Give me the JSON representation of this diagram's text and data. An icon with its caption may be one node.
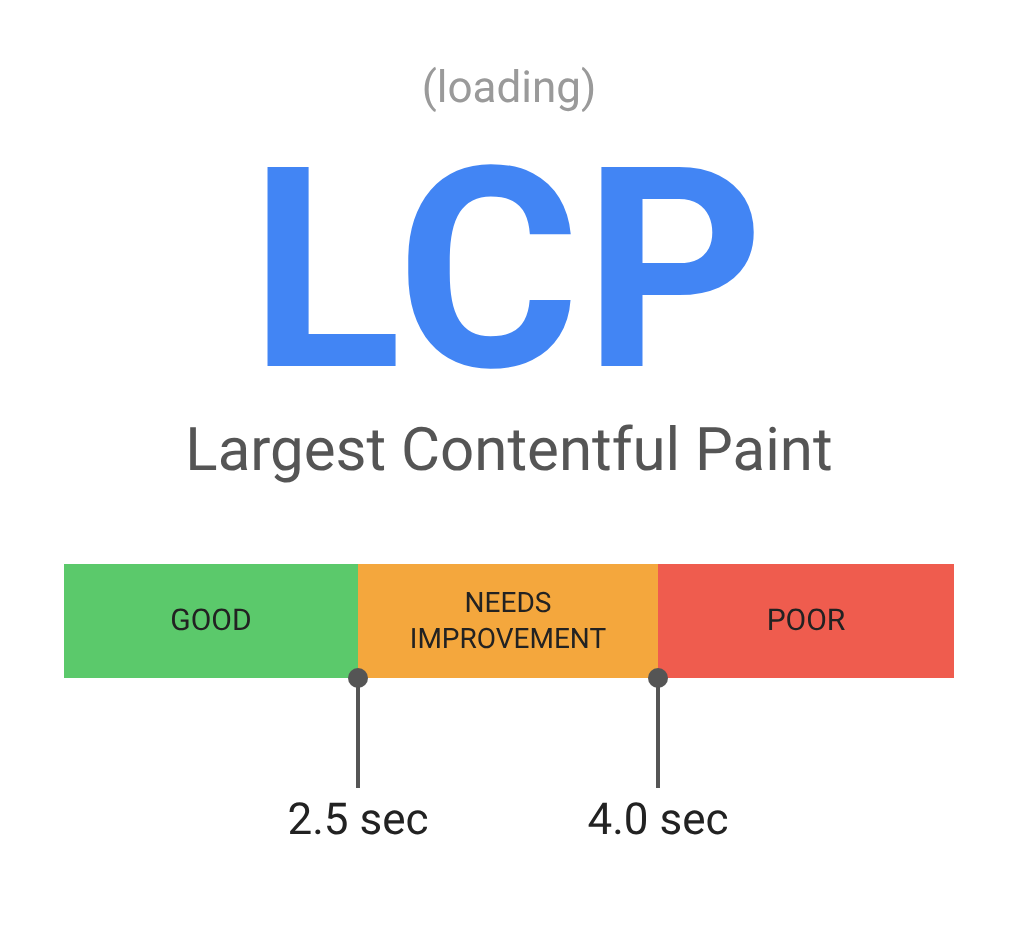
{
  "diagram": {
    "labels": [
      "(loading)",
      "LCP",
      "Largest Contentful Paint"
    ],
    "nodes": [
      {
        "text": [
          "GOOD"
        ]
      },
      {
        "text": [
          "NEEDS IMPROVEMENT"
        ]
      },
      {
        "text": [
          "POOR"
        ]
      },
      {
        "text": [
          "2.5 sec"
        ]
      },
      {
        "text": [
          "4.0 sec"
        ]
      }
    ],
    "edges": [
      {
        "from": 3,
        "to": 0,
        "arrow": "other"
      },
      {
        "from": 4,
        "to": 2,
        "arrow": "other"
      }
    ]
  }
}
